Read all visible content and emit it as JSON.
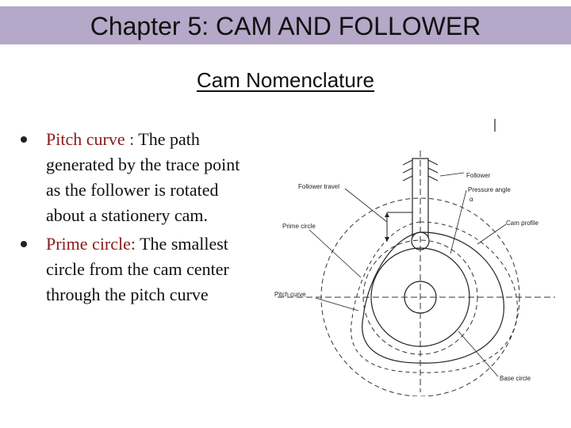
{
  "header": {
    "title": "Chapter 5:  CAM AND FOLLOWER"
  },
  "section": {
    "title": "Cam Nomenclature"
  },
  "bullets": [
    {
      "term": "Pitch curve :",
      "text": " The path generated by the trace point as the follower is rotated about a stationery cam."
    },
    {
      "term": "Prime circle:",
      "text": " The smallest circle from the cam center through the pitch curve"
    }
  ],
  "diagram": {
    "labels": {
      "follower": "Follower",
      "follower_travel": "Follower travel",
      "pressure_angle": "Pressure angle",
      "alpha": "α",
      "prime_circle": "Prime circle",
      "cam_profile": "Cam profile",
      "pitch_curve": "Pitch curve",
      "base_circle": "Base circle"
    }
  }
}
